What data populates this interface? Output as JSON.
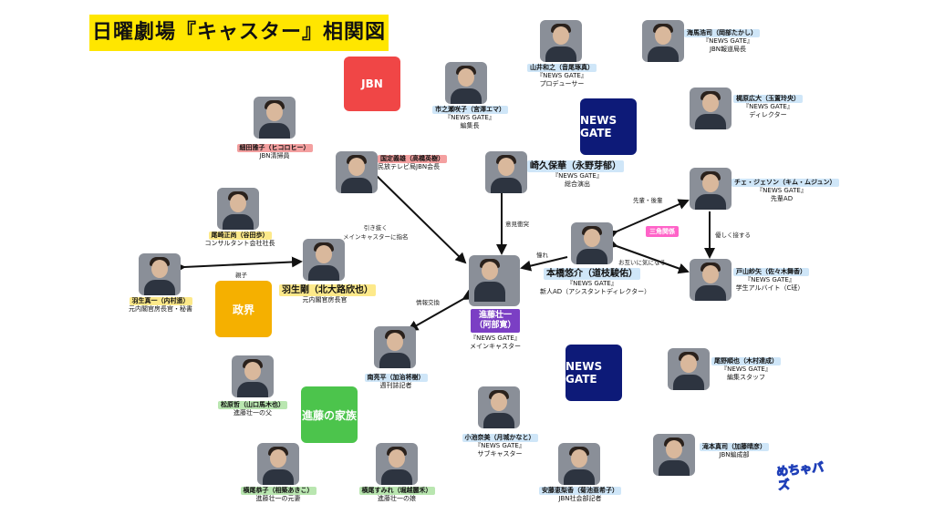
{
  "title": "日曜劇場『キャスター』相関図",
  "groups": {
    "jbn": "JBN",
    "news_gate_1": "NEWS GATE",
    "news_gate_2": "NEWS GATE",
    "seikai": "政界",
    "family": "進藤の家族"
  },
  "badge": "三角関係",
  "logo": "めちゃバズ",
  "people": {
    "shindo": {
      "name": "進藤壮一\n（阿部寛）",
      "role": "『NEWS GATE』\nメインキャスター"
    },
    "sakihisa": {
      "name": "崎久保華（永野芽郁）",
      "role": "『NEWS GATE』\n総合演出"
    },
    "motohashi": {
      "name": "本橋悠介（道枝駿佑）",
      "role": "『NEWS GATE』\n新人AD（アシスタントディレクター）"
    },
    "kunisada": {
      "name": "国定義雄（高橋英樹）",
      "role": "民放テレビ局JBN会長"
    },
    "yamai": {
      "name": "山井和之（音尾琢真）",
      "role": "『NEWS GATE』\nプロデューサー"
    },
    "kaibara": {
      "name": "海馬浩司（岡部たかし）",
      "role": "『NEWS GATE』\nJBN報道局長"
    },
    "ichinose": {
      "name": "市之瀬咲子（宮澤エマ）",
      "role": "『NEWS GATE』\n編集長"
    },
    "kajiwara": {
      "name": "梶原広大（玉置玲央）",
      "role": "『NEWS GATE』\nディレクター"
    },
    "hosoda": {
      "name": "細田雅子（ヒコロヒー）",
      "role": "JBN清掃員"
    },
    "chae": {
      "name": "チェ・ジェソン（キム・ムジュン）",
      "role": "『NEWS GATE』\n先輩AD"
    },
    "toyama": {
      "name": "戸山紗矢（佐々木舞香）",
      "role": "『NEWS GATE』\n学生アルバイト（C班）"
    },
    "ozaki_masataka": {
      "name": "尾崎正尚（谷田歩）",
      "role": "コンサルタント会社社長"
    },
    "hanyu_shinichi": {
      "name": "羽生真一（内村遥）",
      "role": "元内閣官房長官・秘書"
    },
    "hanyu_tsuyoshi": {
      "name": "羽生剛（北大路欣也）",
      "role": "元内閣官房長官"
    },
    "minami": {
      "name": "南亮平（加治将樹）",
      "role": "週刊誌記者"
    },
    "ozaki_junya": {
      "name": "尾野順也（木村達成）",
      "role": "『NEWS GATE』\n編集スタッフ"
    },
    "matsubara": {
      "name": "松原哲（山口馬木也）",
      "role": "進藤壮一の父"
    },
    "koike": {
      "name": "小池奈美（月城かなと）",
      "role": "『NEWS GATE』\nサブキャスター"
    },
    "takimoto": {
      "name": "滝本真司（加藤晴彦）",
      "role": "JBN編成部"
    },
    "yokoo_kyoko": {
      "name": "横尾恭子（相築あきこ）",
      "role": "進藤壮一の元妻"
    },
    "yokoo_sumire": {
      "name": "横尾すみれ（堀越麗禾）",
      "role": "進藤壮一の娘"
    },
    "ando": {
      "name": "安藤恵梨香（菊池亜希子）",
      "role": "JBN社会部記者"
    }
  },
  "relations": {
    "hikinuki": "引き抜く\nメインキャスターに指名",
    "iken": "意見衝突",
    "akogare": "憧れ",
    "senpai": "先輩・後輩",
    "yasashiku": "優しく接する",
    "otagai": "お互いに気になる",
    "oyako": "親子",
    "joho": "情報交換"
  },
  "colors": {
    "yellow": "#ffe600",
    "red": "#f04646",
    "navy": "#0d1a78",
    "orange": "#f5b000",
    "green": "#4cc44c"
  }
}
